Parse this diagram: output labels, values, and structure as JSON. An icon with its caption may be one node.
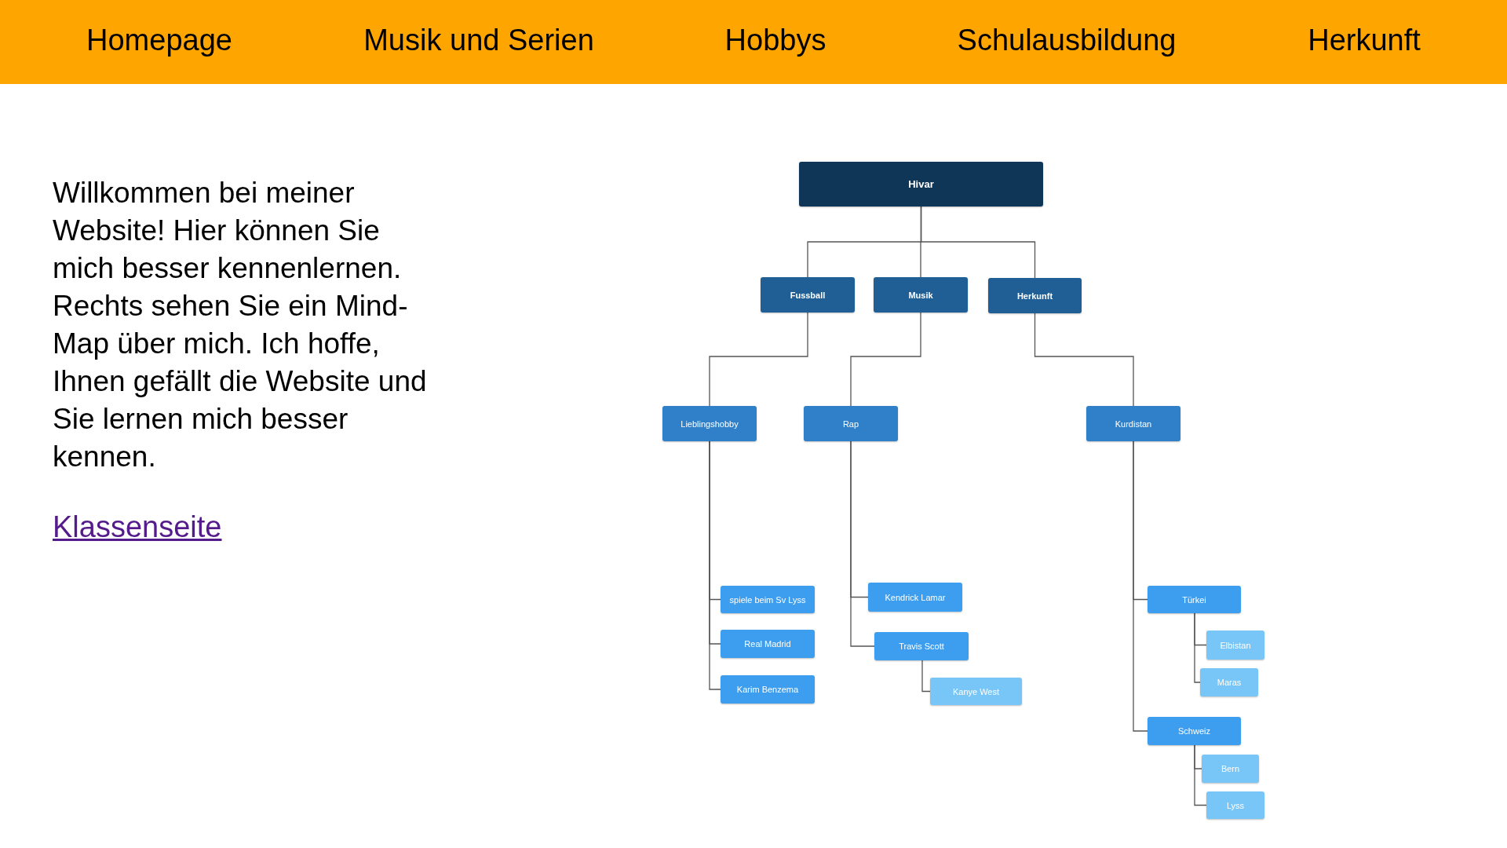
{
  "diagram": {
    "nodes": [
      {
        "text": [
          "Hivar"
        ]
      },
      {
        "text": [
          "Fussball"
        ]
      },
      {
        "text": [
          "Musik"
        ]
      },
      {
        "text": [
          "Herkunft"
        ]
      },
      {
        "text": [
          "Lieblingshobby"
        ]
      },
      {
        "text": [
          "Rap"
        ]
      },
      {
        "text": [
          "Kurdistan"
        ]
      },
      {
        "text": [
          "spiele beim Sv Lyss"
        ]
      },
      {
        "text": [
          "Real Madrid"
        ]
      },
      {
        "text": [
          "Karim Benzema"
        ]
      },
      {
        "text": [
          "Kendrick Lamar"
        ]
      },
      {
        "text": [
          "Travis Scott"
        ]
      },
      {
        "text": [
          "Kanye West"
        ]
      },
      {
        "text": [
          "Türkei"
        ]
      },
      {
        "text": [
          "Elbistan"
        ]
      },
      {
        "text": [
          "Maras"
        ]
      },
      {
        "text": [
          "Schweiz"
        ]
      },
      {
        "text": [
          "Bern"
        ]
      },
      {
        "text": [
          "Lyss"
        ]
      }
    ],
    "edges": [
      {
        "from": 0,
        "to": 1,
        "arrow": "none"
      },
      {
        "from": 0,
        "to": 2,
        "arrow": "none"
      },
      {
        "from": 0,
        "to": 3,
        "arrow": "none"
      },
      {
        "from": 1,
        "to": 4,
        "arrow": "none"
      },
      {
        "from": 2,
        "to": 5,
        "arrow": "none"
      },
      {
        "from": 3,
        "to": 6,
        "arrow": "none"
      },
      {
        "from": 4,
        "to": 7,
        "arrow": "none"
      },
      {
        "from": 4,
        "to": 8,
        "arrow": "none"
      },
      {
        "from": 4,
        "to": 9,
        "arrow": "none"
      },
      {
        "from": 5,
        "to": 10,
        "arrow": "none"
      },
      {
        "from": 5,
        "to": 11,
        "arrow": "none"
      },
      {
        "from": 11,
        "to": 12,
        "arrow": "none"
      },
      {
        "from": 6,
        "to": 13,
        "arrow": "none"
      },
      {
        "from": 13,
        "to": 14,
        "arrow": "none"
      },
      {
        "from": 13,
        "to": 15,
        "arrow": "none"
      },
      {
        "from": 6,
        "to": 16,
        "arrow": "none"
      },
      {
        "from": 16,
        "to": 17,
        "arrow": "none"
      },
      {
        "from": 16,
        "to": 18,
        "arrow": "none"
      }
    ],
    "labels": [
      "Homepage",
      "Musik und Serien",
      "Hobbys",
      "Schulausbildung",
      "Herkunft",
      "Willkommen bei meiner Website! Hier können Sie mich besser kennenlernen. Rechts sehen Sie ein Mind-Map über mich. Ich hoffe, Ihnen gefällt die Website und Sie lernen mich besser kennen.",
      "Klassenseite"
    ]
  }
}
